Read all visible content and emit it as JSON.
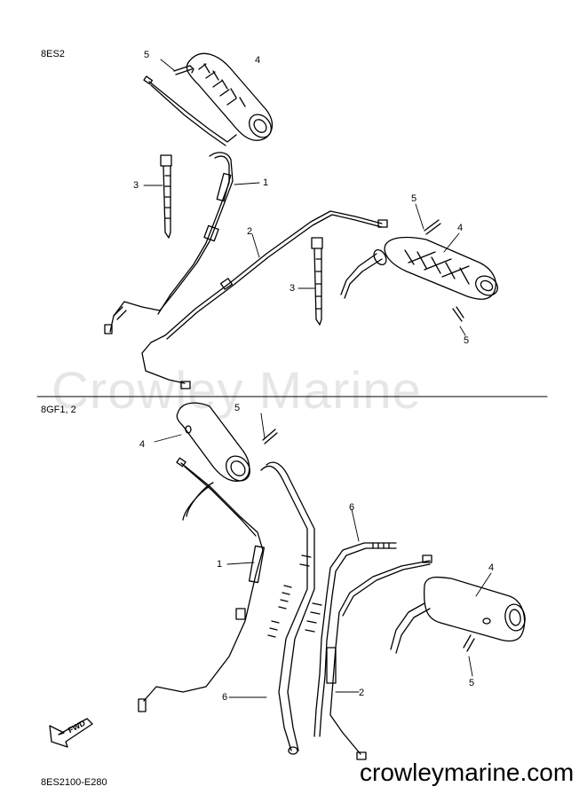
{
  "watermark": "Crowley Marine",
  "site_url": "crowleymarine.com",
  "diagram_code": "8ES2100-E280",
  "fwd_label": "FWD",
  "sections": [
    {
      "label": "8ES2"
    },
    {
      "label": "8GF1, 2"
    }
  ],
  "callouts": {
    "top_5a": "5",
    "top_4a": "4",
    "top_1": "1",
    "top_3a": "3",
    "top_2": "2",
    "top_5b": "5",
    "top_4b": "4",
    "top_3b": "3",
    "top_5c": "5",
    "bot_5a": "5",
    "bot_4a": "4",
    "bot_1": "1",
    "bot_6a": "6",
    "bot_4b": "4",
    "bot_6b": "6",
    "bot_2": "2",
    "bot_5b": "5"
  }
}
